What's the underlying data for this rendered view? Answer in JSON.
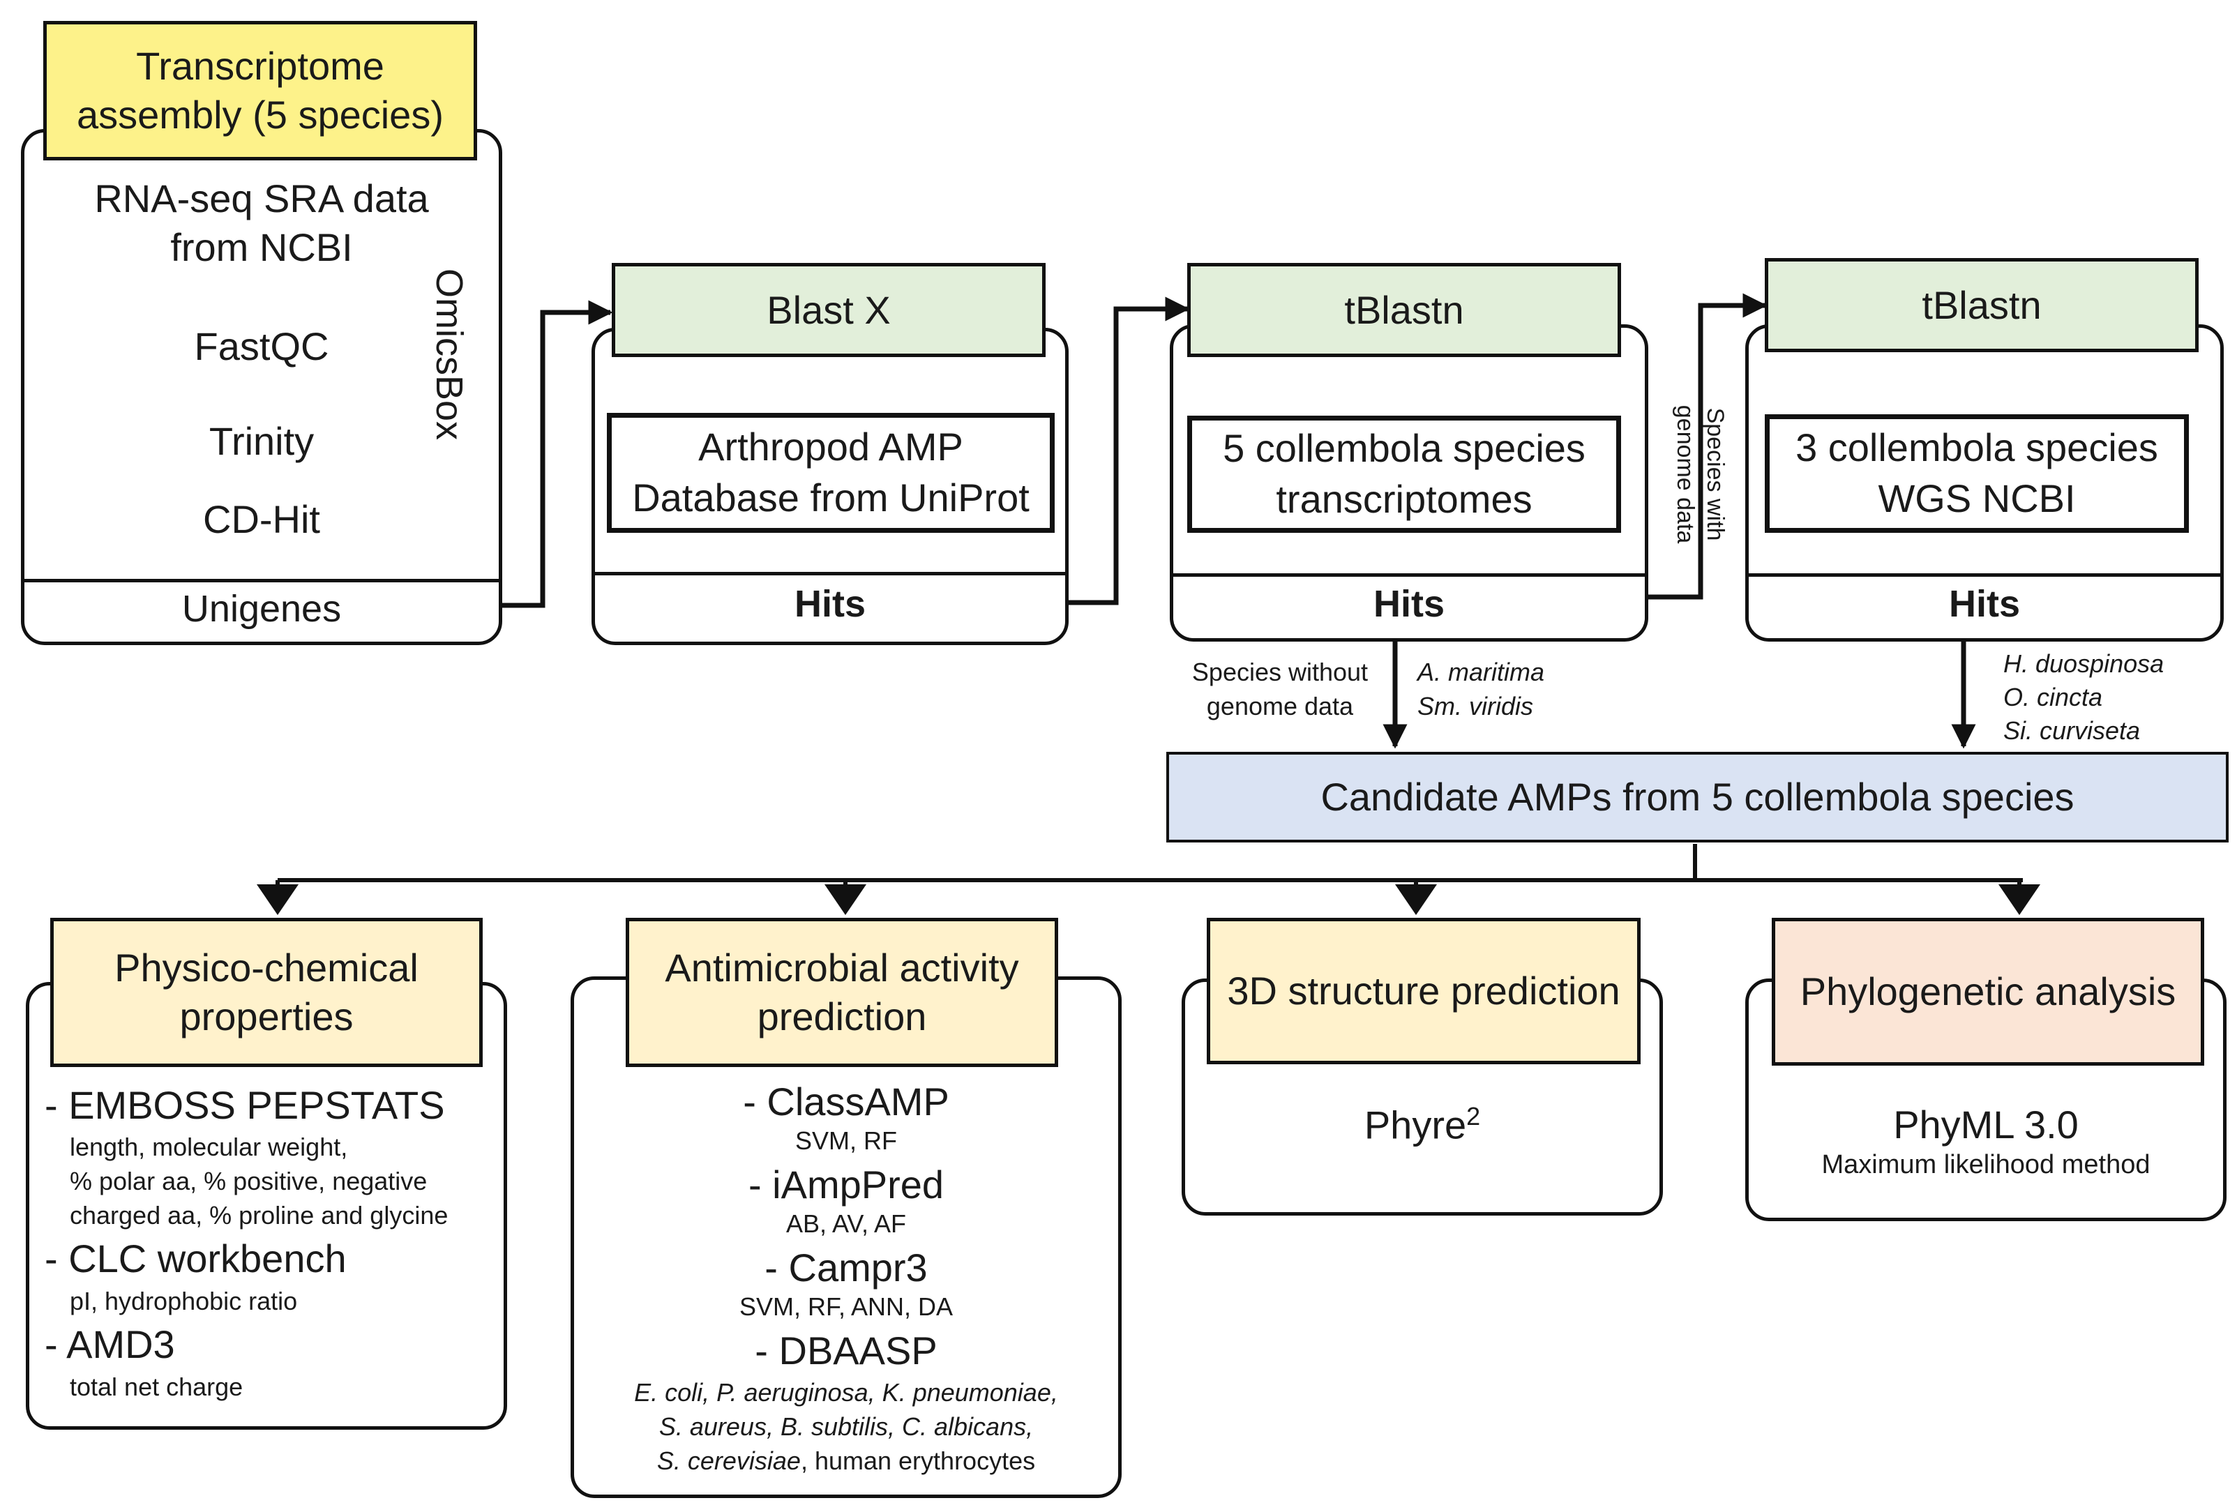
{
  "assembly": {
    "title": "Transcriptome assembly (5 species)",
    "steps": [
      "RNA-seq SRA data from NCBI",
      "FastQC",
      "Trinity",
      "CD-Hit"
    ],
    "result": "Unigenes",
    "tool": "OmicsBox"
  },
  "blastx": {
    "title": "Blast X",
    "database": "Arthropod AMP Database from UniProt",
    "result": "Hits"
  },
  "tblastn_1": {
    "title": "tBlastn",
    "database": "5 collembola species transcriptomes",
    "result": "Hits"
  },
  "tblastn_2": {
    "title": "tBlastn",
    "database": "3 collembola species WGS NCBI",
    "result": "Hits"
  },
  "labels": {
    "with_genome": "Species with genome data",
    "without_genome": "Species without genome data",
    "species_without": [
      "A. maritima",
      "Sm. viridis"
    ],
    "species_with": [
      "H. duospinosa",
      "O. cincta",
      "Si. curviseta"
    ]
  },
  "candidates": "Candidate AMPs from 5 collembola species",
  "physico": {
    "title": "Physico-chemical properties",
    "tools": [
      {
        "name": "- EMBOSS PEPSTATS",
        "detail": [
          "length, molecular weight,",
          "% polar aa, % positive, negative",
          "charged aa, % proline and glycine"
        ]
      },
      {
        "name": "- CLC workbench",
        "detail": [
          "pI, hydrophobic ratio"
        ]
      },
      {
        "name": "- AMD3",
        "detail": [
          "total net charge"
        ]
      }
    ]
  },
  "antimicrobial": {
    "title": "Antimicrobial activity prediction",
    "tools": [
      {
        "name": "- ClassAMP",
        "detail": "SVM, RF"
      },
      {
        "name": "- iAmpPred",
        "detail": "AB, AV, AF"
      },
      {
        "name": "- Campr3",
        "detail": "SVM, RF, ANN, DA"
      },
      {
        "name": "- DBAASP",
        "detail": ""
      }
    ],
    "dbaasp_targets": {
      "line1": "E. coli, P. aeruginosa, K. pneumoniae,",
      "line2": "S. aureus, B. subtilis, C. albicans,",
      "line3_italic": "S. cerevisiae",
      "line3_plain": ", human erythrocytes"
    }
  },
  "structure": {
    "title": "3D structure prediction",
    "tool": "Phyre",
    "tool_sup": "2"
  },
  "phylo": {
    "title": "Phylogenetic analysis",
    "tool": "PhyML 3.0",
    "method": "Maximum likelihood method"
  }
}
